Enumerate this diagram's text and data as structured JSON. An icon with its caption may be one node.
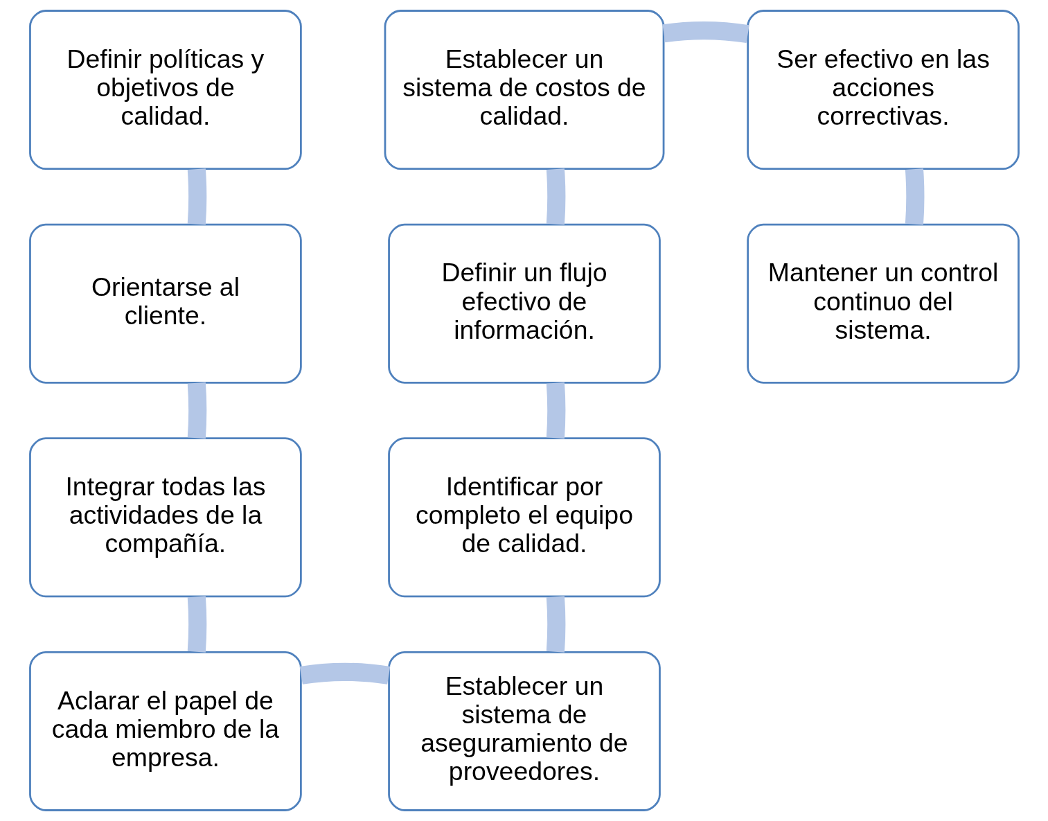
{
  "diagram": {
    "nodes": [
      {
        "text": [
          "Definir políticas y objetivos de calidad."
        ]
      },
      {
        "text": [
          "Orientarse al cliente."
        ]
      },
      {
        "text": [
          "Integrar todas las actividades de la compañía."
        ]
      },
      {
        "text": [
          "Aclarar el papel de cada miembro de la empresa."
        ]
      },
      {
        "text": [
          "Establecer un sistema de aseguramiento de proveedores."
        ]
      },
      {
        "text": [
          "Identificar por completo el equipo de calidad."
        ]
      },
      {
        "text": [
          "Definir un flujo efectivo de información."
        ]
      },
      {
        "text": [
          "Establecer un sistema de costos de calidad."
        ]
      },
      {
        "text": [
          "Ser efectivo en las acciones correctivas."
        ]
      },
      {
        "text": [
          "Mantener un control continuo del sistema."
        ]
      }
    ],
    "edges": [
      {
        "from": 0,
        "to": 1,
        "arrow": "none"
      },
      {
        "from": 1,
        "to": 2,
        "arrow": "none"
      },
      {
        "from": 2,
        "to": 3,
        "arrow": "none"
      },
      {
        "from": 3,
        "to": 4,
        "arrow": "none"
      },
      {
        "from": 4,
        "to": 5,
        "arrow": "none"
      },
      {
        "from": 5,
        "to": 6,
        "arrow": "none"
      },
      {
        "from": 6,
        "to": 7,
        "arrow": "none"
      },
      {
        "from": 7,
        "to": 8,
        "arrow": "none"
      },
      {
        "from": 8,
        "to": 9,
        "arrow": "none"
      }
    ]
  }
}
